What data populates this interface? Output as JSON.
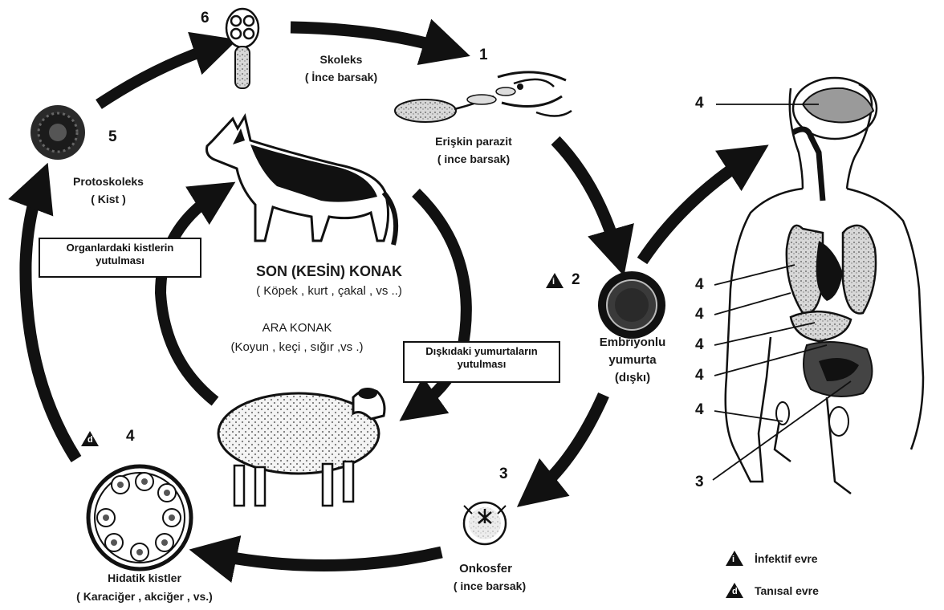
{
  "stages": {
    "s1_num": "1",
    "s1_name": "Erişkin parazit",
    "s1_loc": "( ince barsak)",
    "s2_num": "2",
    "s2_name": "Embriyonlu",
    "s2_name2": "yumurta",
    "s2_loc": "(dışkı)",
    "s3_num": "3",
    "s3_name": "Onkosfer",
    "s3_loc": "( ince barsak)",
    "s4_num": "4",
    "s4_name": "Hidatik kistler",
    "s4_loc": "( Karaciğer , akciğer , vs.)",
    "s5_num": "5",
    "s5_name": "Protoskoleks",
    "s5_loc": "( Kist )",
    "s6_num": "6",
    "s6_name": "Skoleks",
    "s6_loc": "( İnce barsak)"
  },
  "hosts": {
    "definitive_title": "SON (KESİN) KONAK",
    "definitive_examples": "( Köpek , kurt , çakal , vs ..)",
    "intermediate_title": "ARA KONAK",
    "intermediate_examples": "(Koyun , keçi , sığır ,vs .)"
  },
  "boxes": {
    "left_line1": "Organlardaki kistlerin",
    "left_line2": "yutulması",
    "center_line1": "Dışkıdaki yumurtaların",
    "center_line2": "yutulması"
  },
  "human_labels": [
    "4",
    "4",
    "4",
    "4",
    "4",
    "4",
    "3"
  ],
  "legend": {
    "infective_symbol": "i",
    "infective_label": "İnfektif evre",
    "diagnostic_symbol": "d",
    "diagnostic_label": "Tanısal evre"
  }
}
